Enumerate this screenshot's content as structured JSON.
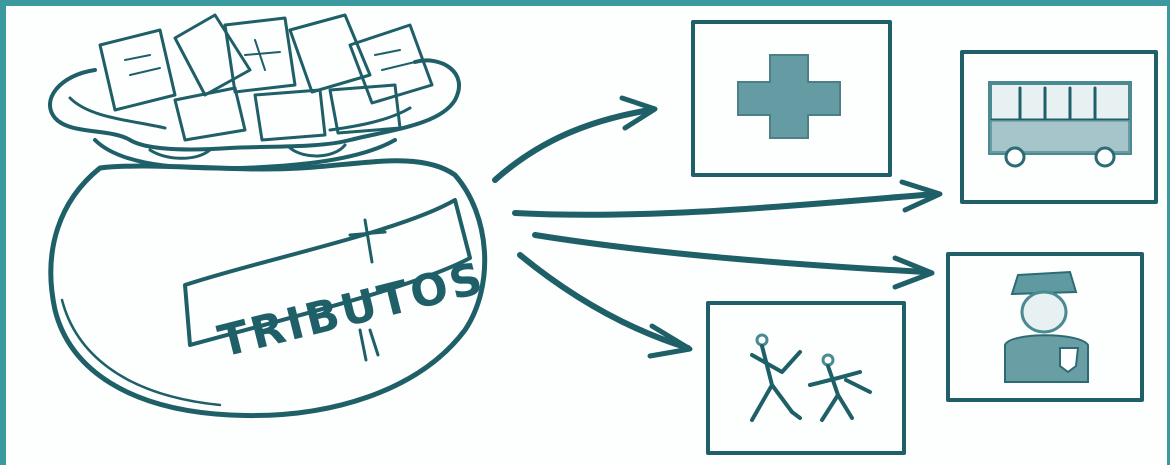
{
  "bag": {
    "label": "TRIBUTOS"
  },
  "colors": {
    "ink": "#1f5f68",
    "frame": "#3a9aa0",
    "background": "#ffffff"
  },
  "panels": [
    {
      "id": "health",
      "icon": "medical-cross-icon"
    },
    {
      "id": "transport",
      "icon": "bus-icon"
    },
    {
      "id": "security",
      "icon": "police-officer-icon"
    },
    {
      "id": "education",
      "icon": "children-icon"
    }
  ]
}
